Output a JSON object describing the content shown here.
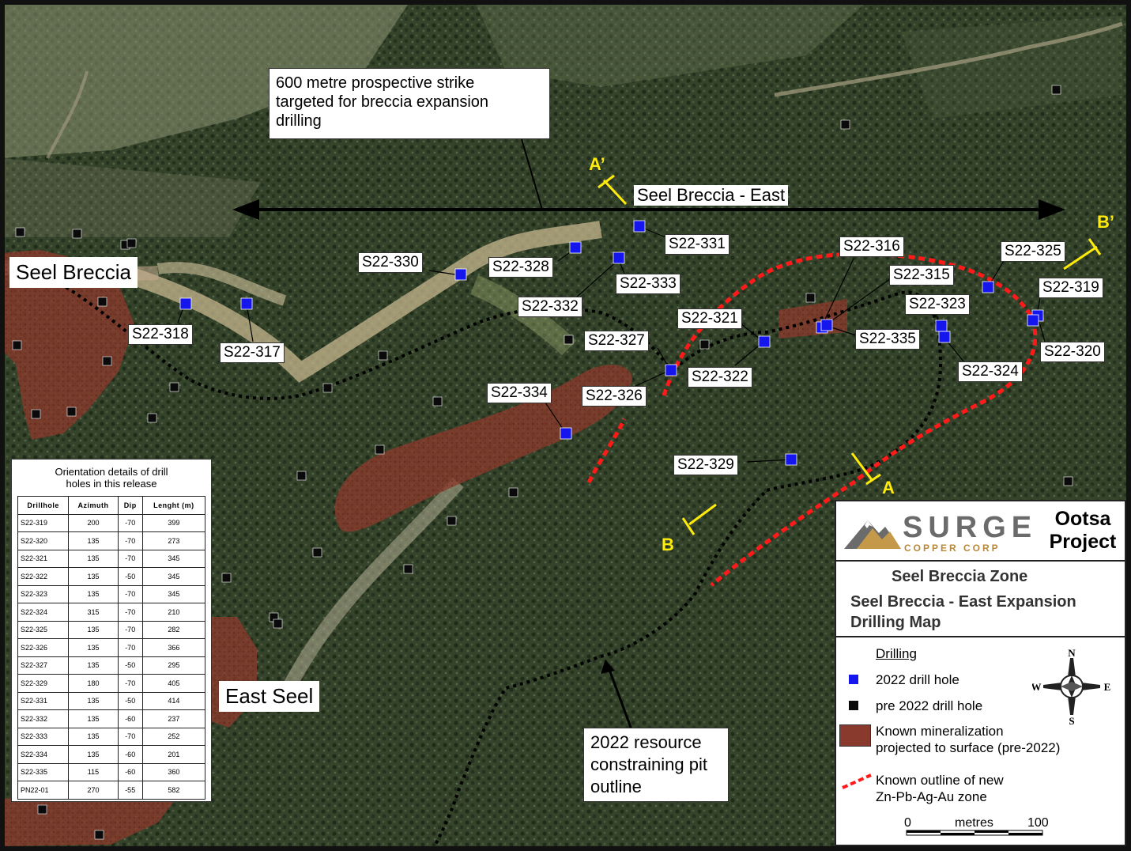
{
  "callouts": {
    "strike": [
      "600 metre prospective strike",
      "targeted for breccia expansion",
      "drilling"
    ],
    "pit": [
      "2022 resource",
      "constraining pit",
      "outline"
    ]
  },
  "place_labels": {
    "seel_breccia": "Seel Breccia",
    "seel_breccia_east": "Seel Breccia - East",
    "east_seel": "East Seel"
  },
  "section_labels": {
    "a": "A",
    "a_prime": "A’",
    "b": "B",
    "b_prime": "B’"
  },
  "drill_labels": [
    "S22-331",
    "S22-330",
    "S22-328",
    "S22-333",
    "S22-332",
    "S22-318",
    "S22-317",
    "S22-316",
    "S22-315",
    "S22-325",
    "S22-319",
    "S22-323",
    "S22-321",
    "S22-335",
    "S22-327",
    "S22-322",
    "S22-320",
    "S22-324",
    "S22-334",
    "S22-326",
    "S22-329"
  ],
  "orientation_table": {
    "caption": [
      "Orientation details of drill",
      "holes in this release"
    ],
    "headers": [
      "Drillhole",
      "Azimuth",
      "Dip",
      "Lenght (m)"
    ],
    "rows": [
      [
        "S22-319",
        "200",
        "-70",
        "399"
      ],
      [
        "S22-320",
        "135",
        "-70",
        "273"
      ],
      [
        "S22-321",
        "135",
        "-70",
        "345"
      ],
      [
        "S22-322",
        "135",
        "-50",
        "345"
      ],
      [
        "S22-323",
        "135",
        "-70",
        "345"
      ],
      [
        "S22-324",
        "315",
        "-70",
        "210"
      ],
      [
        "S22-325",
        "135",
        "-70",
        "282"
      ],
      [
        "S22-326",
        "135",
        "-70",
        "366"
      ],
      [
        "S22-327",
        "135",
        "-50",
        "295"
      ],
      [
        "S22-329",
        "180",
        "-70",
        "405"
      ],
      [
        "S22-331",
        "135",
        "-50",
        "414"
      ],
      [
        "S22-332",
        "135",
        "-60",
        "237"
      ],
      [
        "S22-333",
        "135",
        "-70",
        "252"
      ],
      [
        "S22-334",
        "135",
        "-60",
        "201"
      ],
      [
        "S22-335",
        "115",
        "-60",
        "360"
      ],
      [
        "PN22-01",
        "270",
        "-55",
        "582"
      ]
    ]
  },
  "legend": {
    "logo_main": "SURGE",
    "logo_sub": "COPPER CORP",
    "project": [
      "Ootsa",
      "Project"
    ],
    "zone_title": "Seel Breccia Zone",
    "map_title": [
      "Seel Breccia - East Expansion",
      "Drilling Map"
    ],
    "drilling_heading": "Drilling",
    "items": {
      "new_hole": "2022 drill hole",
      "old_hole": "pre 2022 drill hole",
      "mineralization": [
        "Known mineralization",
        "projected to surface (pre-2022)"
      ],
      "outline": [
        "Known outline of new",
        "Zn-Pb-Ag-Au zone"
      ]
    },
    "compass": {
      "n": "N",
      "s": "S",
      "e": "E",
      "w": "W"
    },
    "scale": {
      "start": "0",
      "unit": "metres",
      "end": "100"
    }
  },
  "colors": {
    "new_hole": "#1515ee",
    "old_hole": "#0a0a0a",
    "mineralization": "#8a3a2c",
    "zone_outline": "#ff1a1a",
    "section_line": "#ffeb0a"
  }
}
